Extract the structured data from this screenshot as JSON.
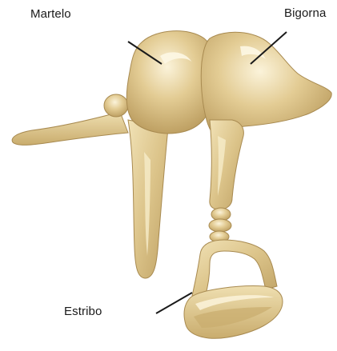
{
  "labels": {
    "malleus": "Martelo",
    "incus": "Bigorna",
    "stapes": "Estribo"
  },
  "colors": {
    "bone_base": "#dcc48a",
    "bone_light": "#f3e6bf",
    "bone_shadow": "#b89a5c",
    "bone_outline": "#9c7f45",
    "leader_line": "#1a1a1a"
  }
}
